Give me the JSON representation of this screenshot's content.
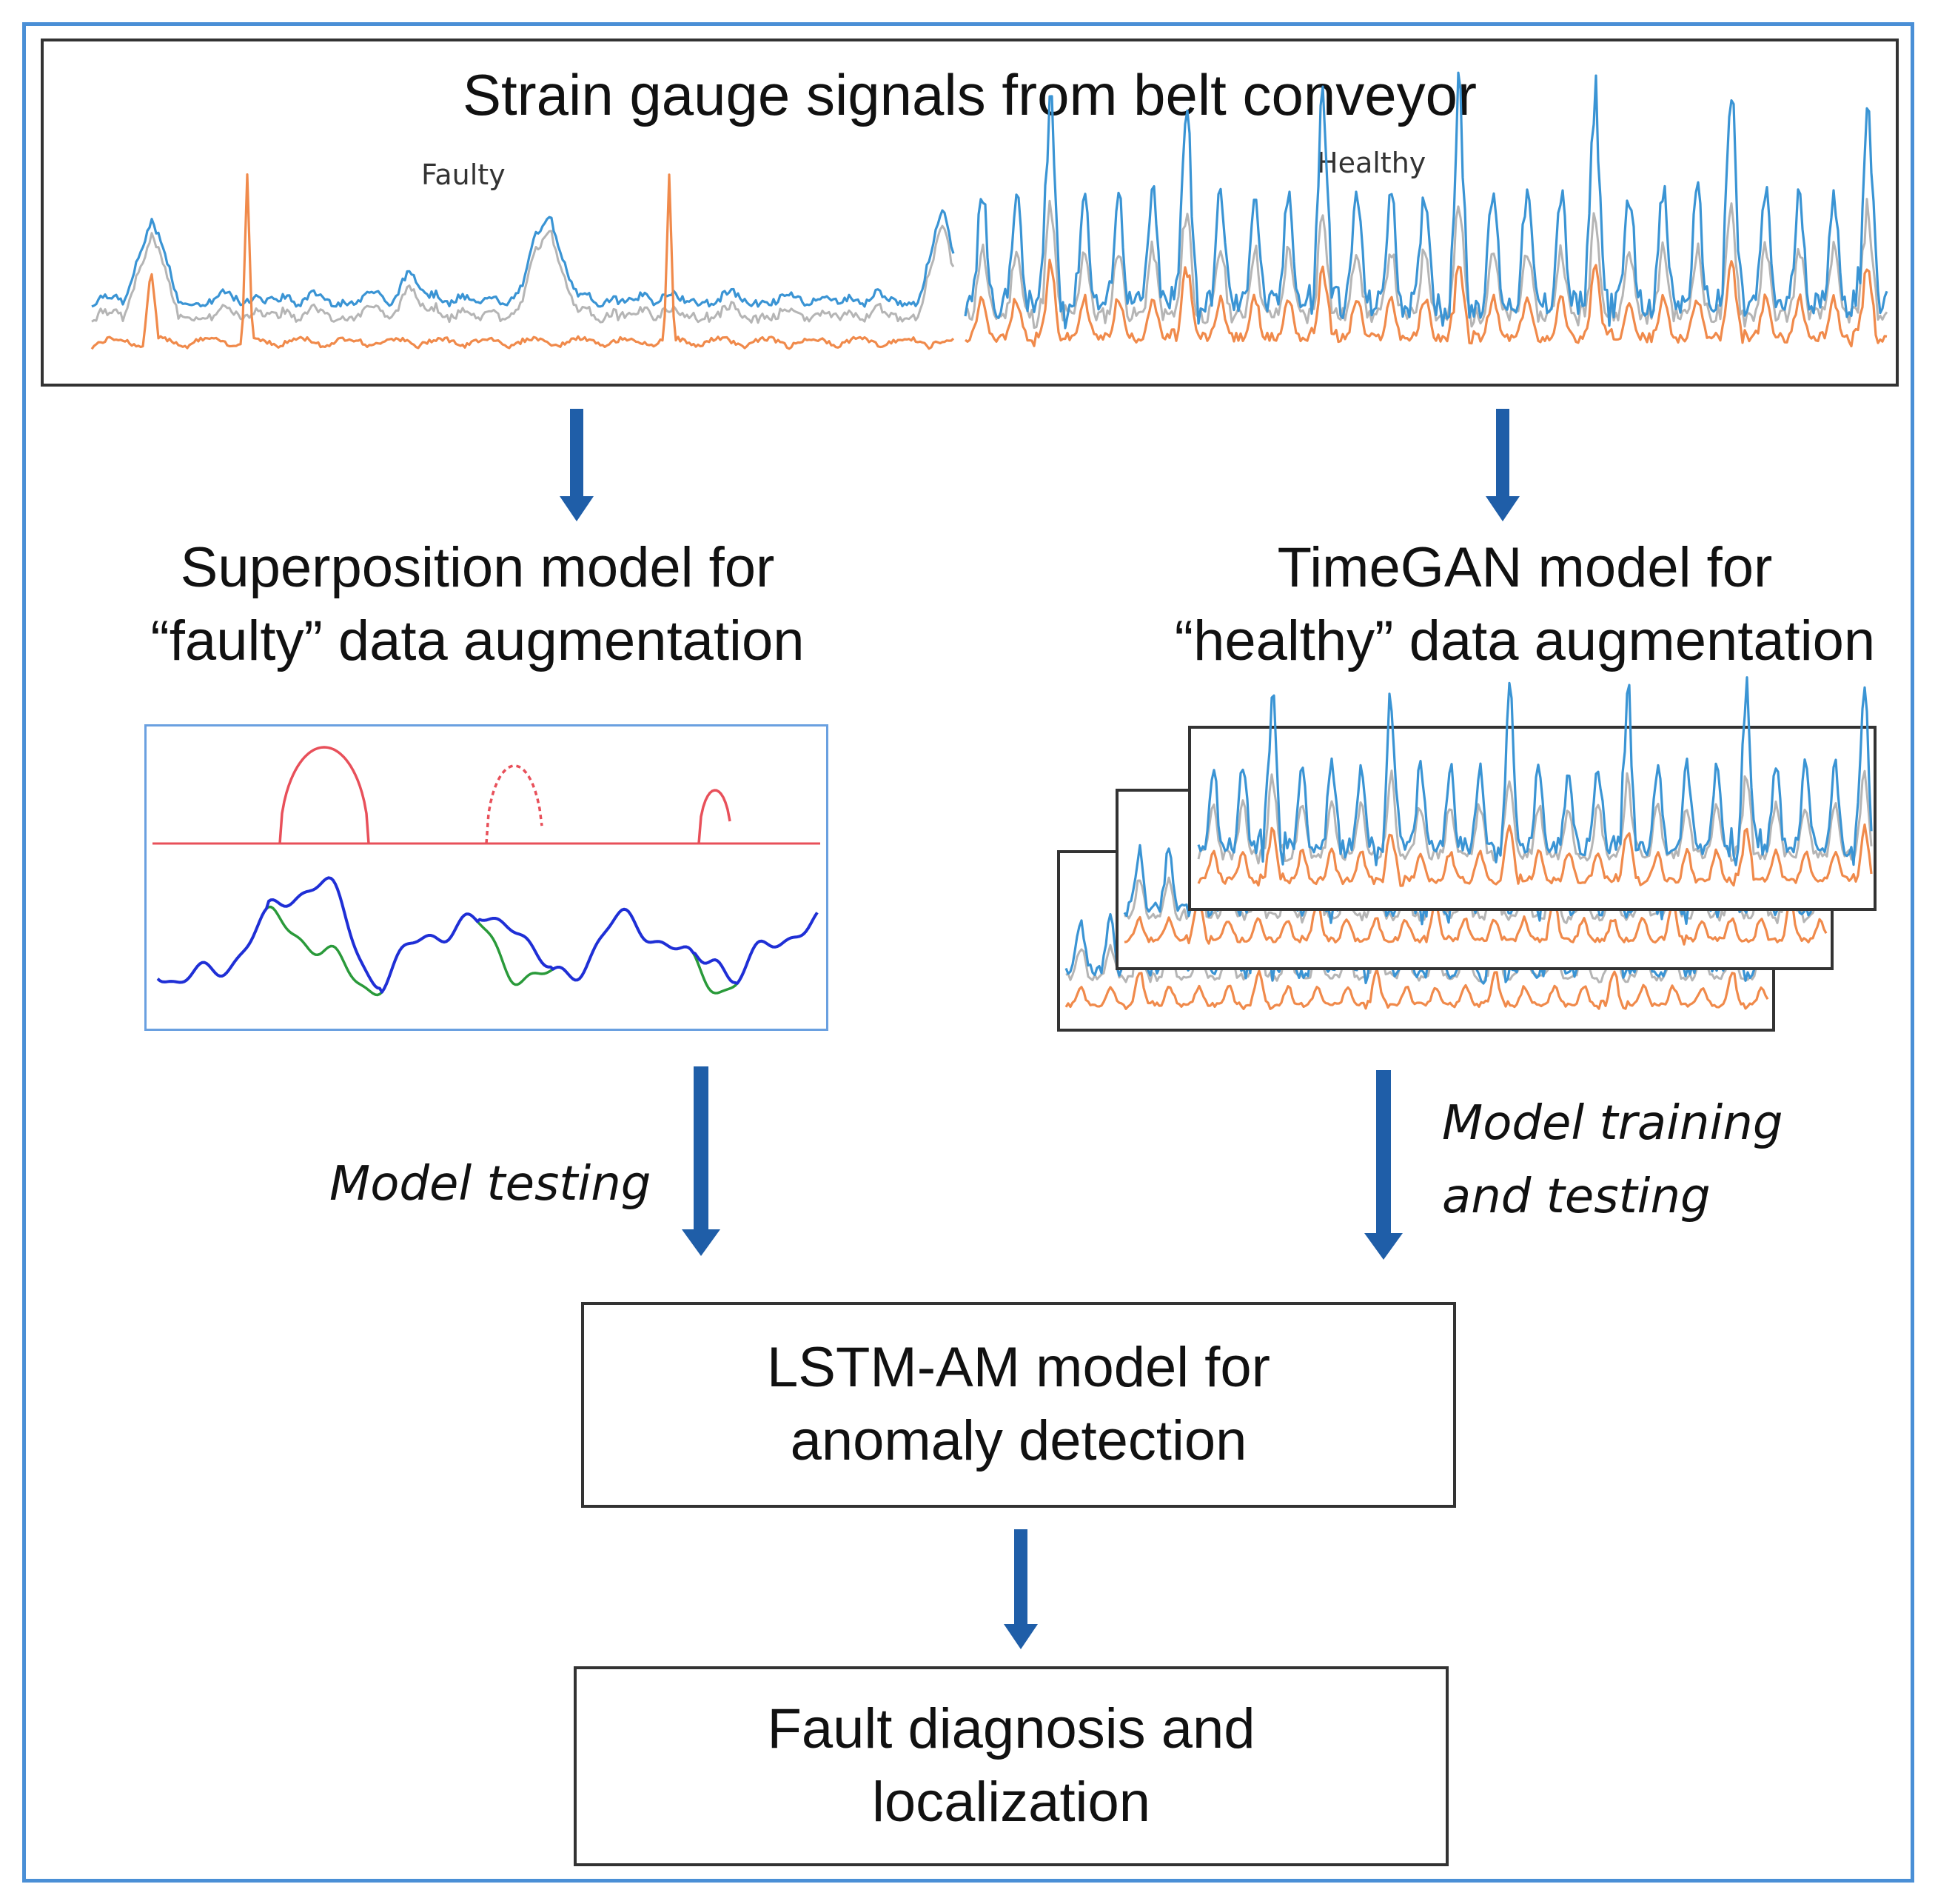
{
  "top": {
    "title": "Strain gauge signals from belt conveyor",
    "faulty_label": "Faulty",
    "healthy_label": "Healthy"
  },
  "left": {
    "line1": "Superposition model for",
    "line2": "“faulty” data augmentation",
    "arrow_label": "Model testing"
  },
  "right": {
    "line1": "TimeGAN model for",
    "line2": "“healthy” data augmentation",
    "arrow_label_1": "Model training",
    "arrow_label_2": "and testing"
  },
  "lstm": {
    "line1": "LSTM-AM model for",
    "line2": "anomaly detection"
  },
  "fault": {
    "line1": "Fault diagnosis and",
    "line2": "localization"
  },
  "colors": {
    "frame": "#4a8fd6",
    "arrow": "#1f5ea8",
    "signal_blue": "#3a94d4",
    "signal_orange": "#f08a4b",
    "signal_gray": "#b5b5b5",
    "super_red": "#e8505a",
    "super_blue": "#1f2fd6",
    "super_green": "#2a9a3a"
  }
}
